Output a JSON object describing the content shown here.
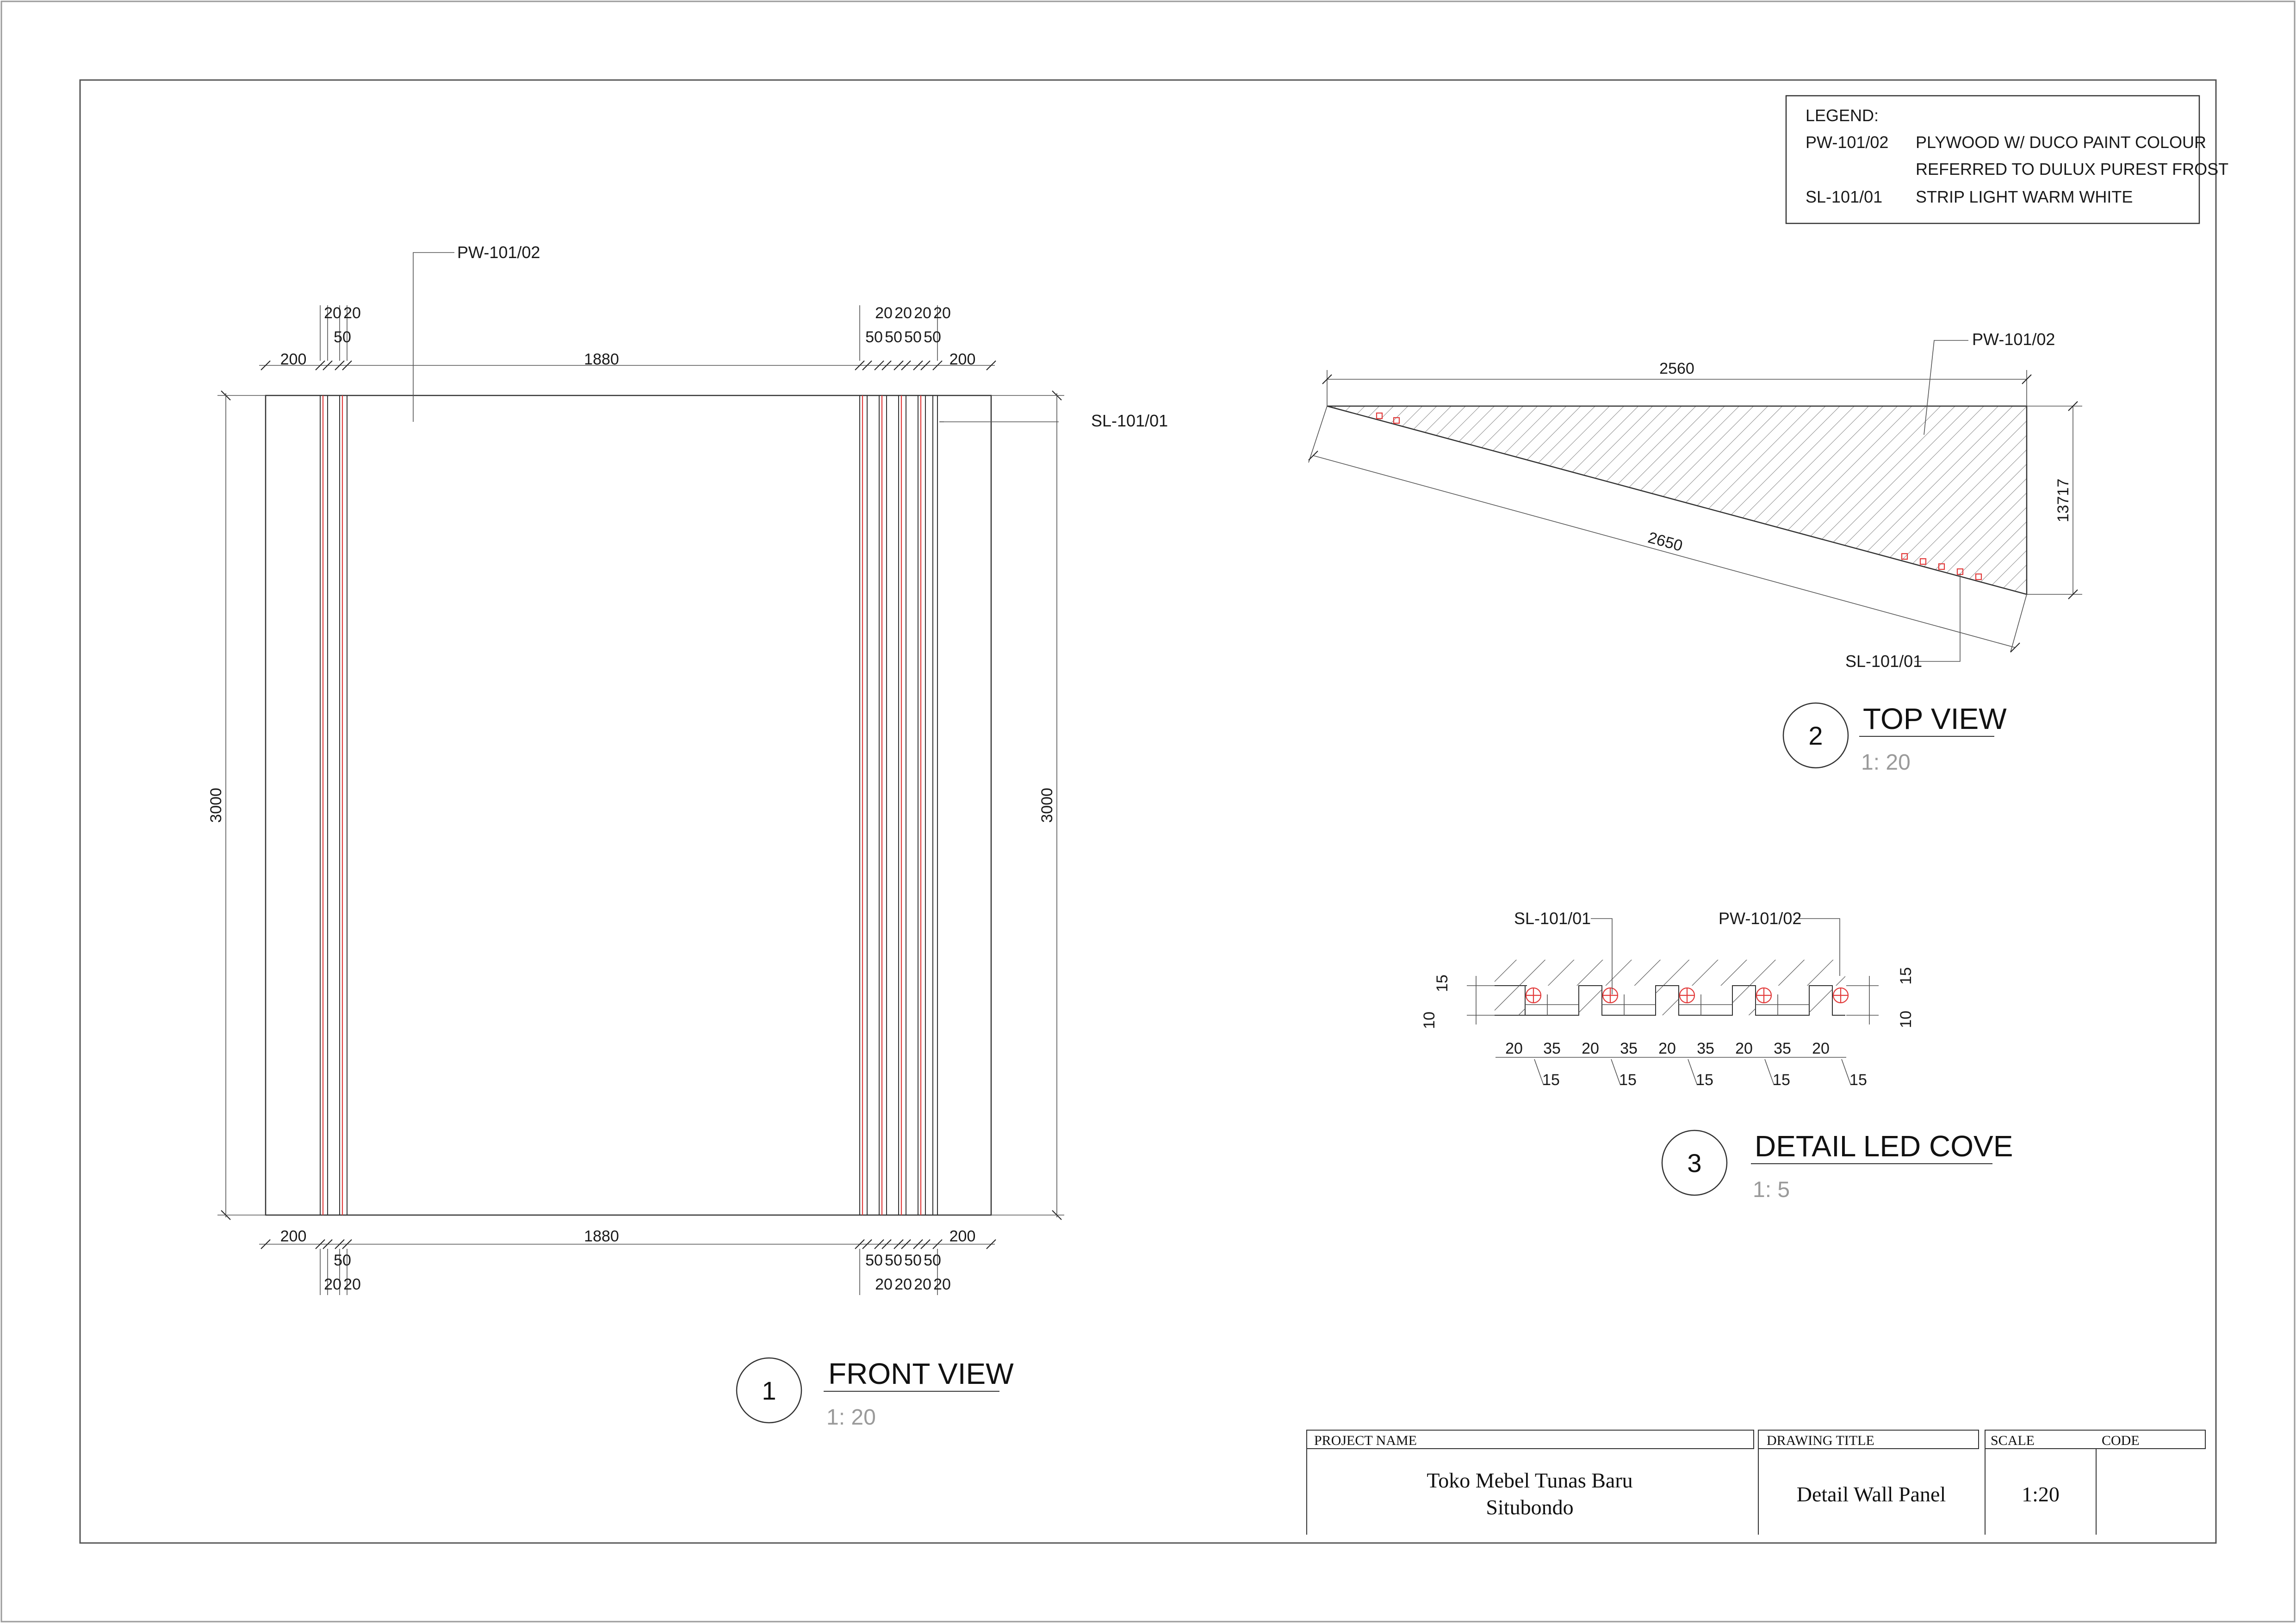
{
  "legend": {
    "title": "LEGEND:",
    "items": [
      {
        "code": "PW-101/02",
        "desc": "PLYWOOD W/ DUCO PAINT COLOUR",
        "desc2": "REFERRED TO DULUX PUREST FROST"
      },
      {
        "code": "SL-101/01",
        "desc": "STRIP LIGHT WARM WHITE",
        "desc2": ""
      }
    ]
  },
  "front_view": {
    "number": "1",
    "title": "FRONT VIEW",
    "scale": "1: 20",
    "callout_panel": "PW-101/02",
    "callout_strip": "SL-101/01",
    "height_left": "3000",
    "height_right": "3000",
    "top_dims": {
      "d200_left": "200",
      "d20a": "20",
      "d20b": "20",
      "d50_left": "50",
      "d1880": "1880",
      "right_50s": [
        "50",
        "50",
        "50",
        "50"
      ],
      "right_20s": [
        "20",
        "20",
        "20",
        "20"
      ],
      "d200_right": "200"
    },
    "bottom_dims": {
      "d200_left": "200",
      "d50_left": "50",
      "d20a": "20",
      "d20b": "20",
      "d1880": "1880",
      "right_50s": [
        "50",
        "50",
        "50",
        "50"
      ],
      "right_20s": [
        "20",
        "20",
        "20",
        "20"
      ],
      "d200_right": "200"
    }
  },
  "top_view": {
    "number": "2",
    "title": "TOP VIEW",
    "scale": "1: 20",
    "dim_top": "2560",
    "dim_slope": "2650",
    "dim_side": "13717",
    "callout_panel": "PW-101/02",
    "callout_strip": "SL-101/01"
  },
  "detail_led": {
    "number": "3",
    "title": "DETAIL LED COVE",
    "scale": "1: 5",
    "callout_strip": "SL-101/01",
    "callout_panel": "PW-101/02",
    "left_15": "15",
    "left_10": "10",
    "right_15": "15",
    "right_10": "10",
    "row_dims": [
      "20",
      "35",
      "20",
      "35",
      "20",
      "35",
      "20",
      "35",
      "20"
    ],
    "row_15s": [
      "15",
      "15",
      "15",
      "15",
      "15"
    ]
  },
  "title_block": {
    "project_name_label": "PROJECT NAME",
    "project_name_line1": "Toko Mebel Tunas Baru",
    "project_name_line2": "Situbondo",
    "drawing_title_label": "DRAWING TITLE",
    "drawing_title": "Detail Wall Panel",
    "scale_label": "SCALE",
    "scale": "1:20",
    "code_label": "CODE"
  }
}
